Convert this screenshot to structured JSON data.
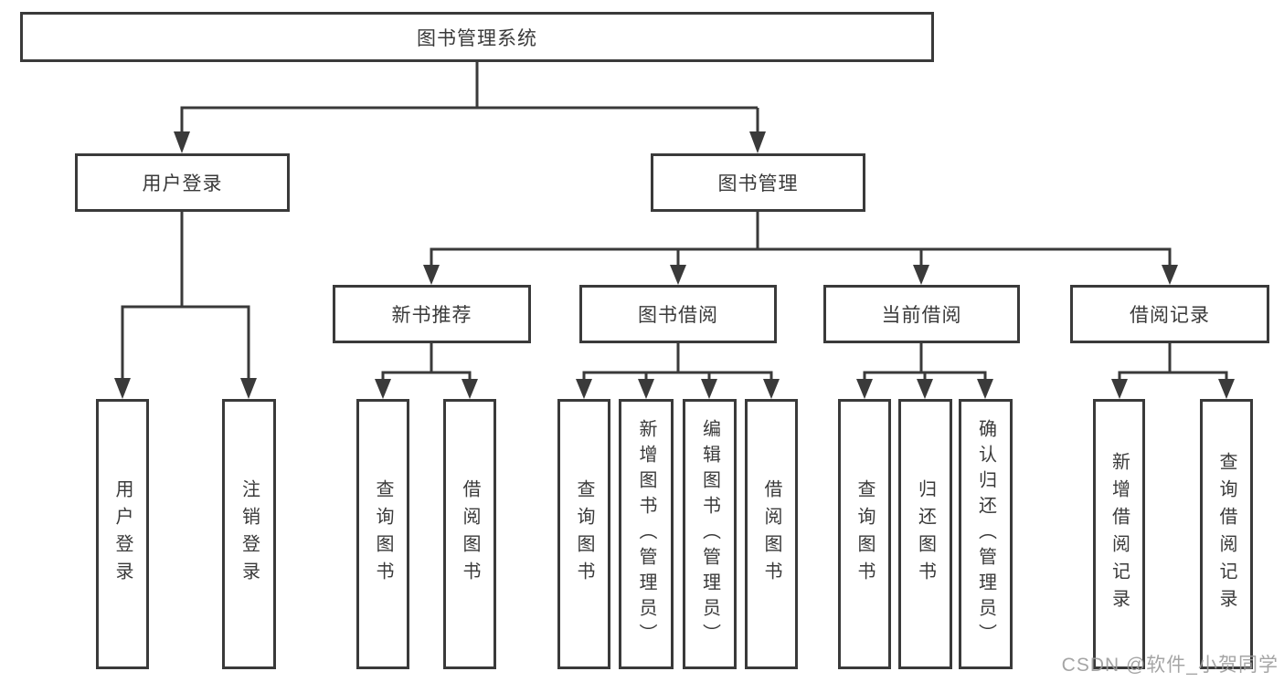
{
  "tree": {
    "root": "图书管理系统",
    "branches": [
      {
        "label": "用户登录",
        "children": [
          "用户登录",
          "注销登录"
        ]
      },
      {
        "label": "图书管理",
        "sections": [
          {
            "label": "新书推荐",
            "children": [
              "查询图书",
              "借阅图书"
            ]
          },
          {
            "label": "图书借阅",
            "children": [
              "查询图书",
              "新增图书（管理员）",
              "编辑图书（管理员）",
              "借阅图书"
            ]
          },
          {
            "label": "当前借阅",
            "children": [
              "查询图书",
              "归还图书",
              "确认归还（管理员）"
            ]
          },
          {
            "label": "借阅记录",
            "children": [
              "新增借阅记录",
              "查询借阅记录"
            ]
          }
        ]
      }
    ]
  },
  "watermark": {
    "text": "CSDN @软件_小贺同学"
  },
  "colors": {
    "line": "#3a3a3a",
    "box_border": "#3a3a3a",
    "text": "#3a3a3a",
    "background": "#ffffff",
    "watermark": "#9b9b9b"
  }
}
